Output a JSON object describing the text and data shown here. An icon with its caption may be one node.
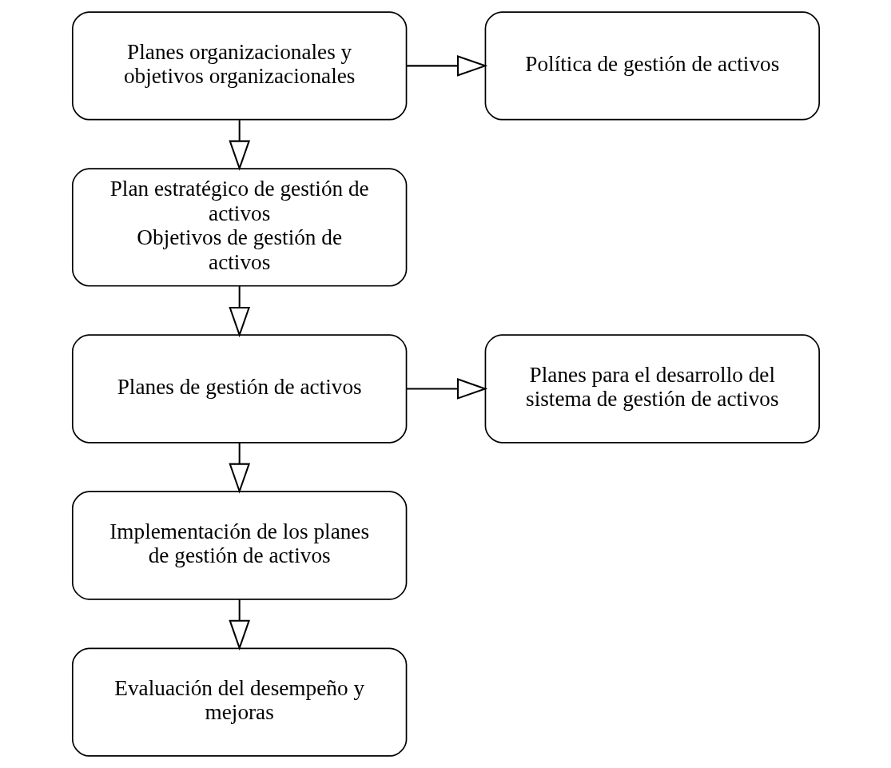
{
  "diagram": {
    "nodes": [
      {
        "text": [
          "Planes organizacionales y objetivos organizacionales"
        ]
      },
      {
        "text": [
          "Política de gestión de activos"
        ]
      },
      {
        "text": [
          "Plan estratégico de gestión de activos",
          "Objetivos de gestión de activos"
        ]
      },
      {
        "text": [
          "Planes de gestión de activos"
        ]
      },
      {
        "text": [
          "Planes para el desarrollo del sistema de gestión de activos"
        ]
      },
      {
        "text": [
          "Implementación de los planes de gestión de activos"
        ]
      },
      {
        "text": [
          "Evaluación del desempeño y mejoras"
        ]
      }
    ],
    "edges": [
      {
        "from": 0,
        "to": 1,
        "arrow": "to"
      },
      {
        "from": 0,
        "to": 2,
        "arrow": "to"
      },
      {
        "from": 2,
        "to": 3,
        "arrow": "to"
      },
      {
        "from": 3,
        "to": 4,
        "arrow": "to"
      },
      {
        "from": 3,
        "to": 5,
        "arrow": "to"
      },
      {
        "from": 5,
        "to": 6,
        "arrow": "to"
      }
    ]
  }
}
